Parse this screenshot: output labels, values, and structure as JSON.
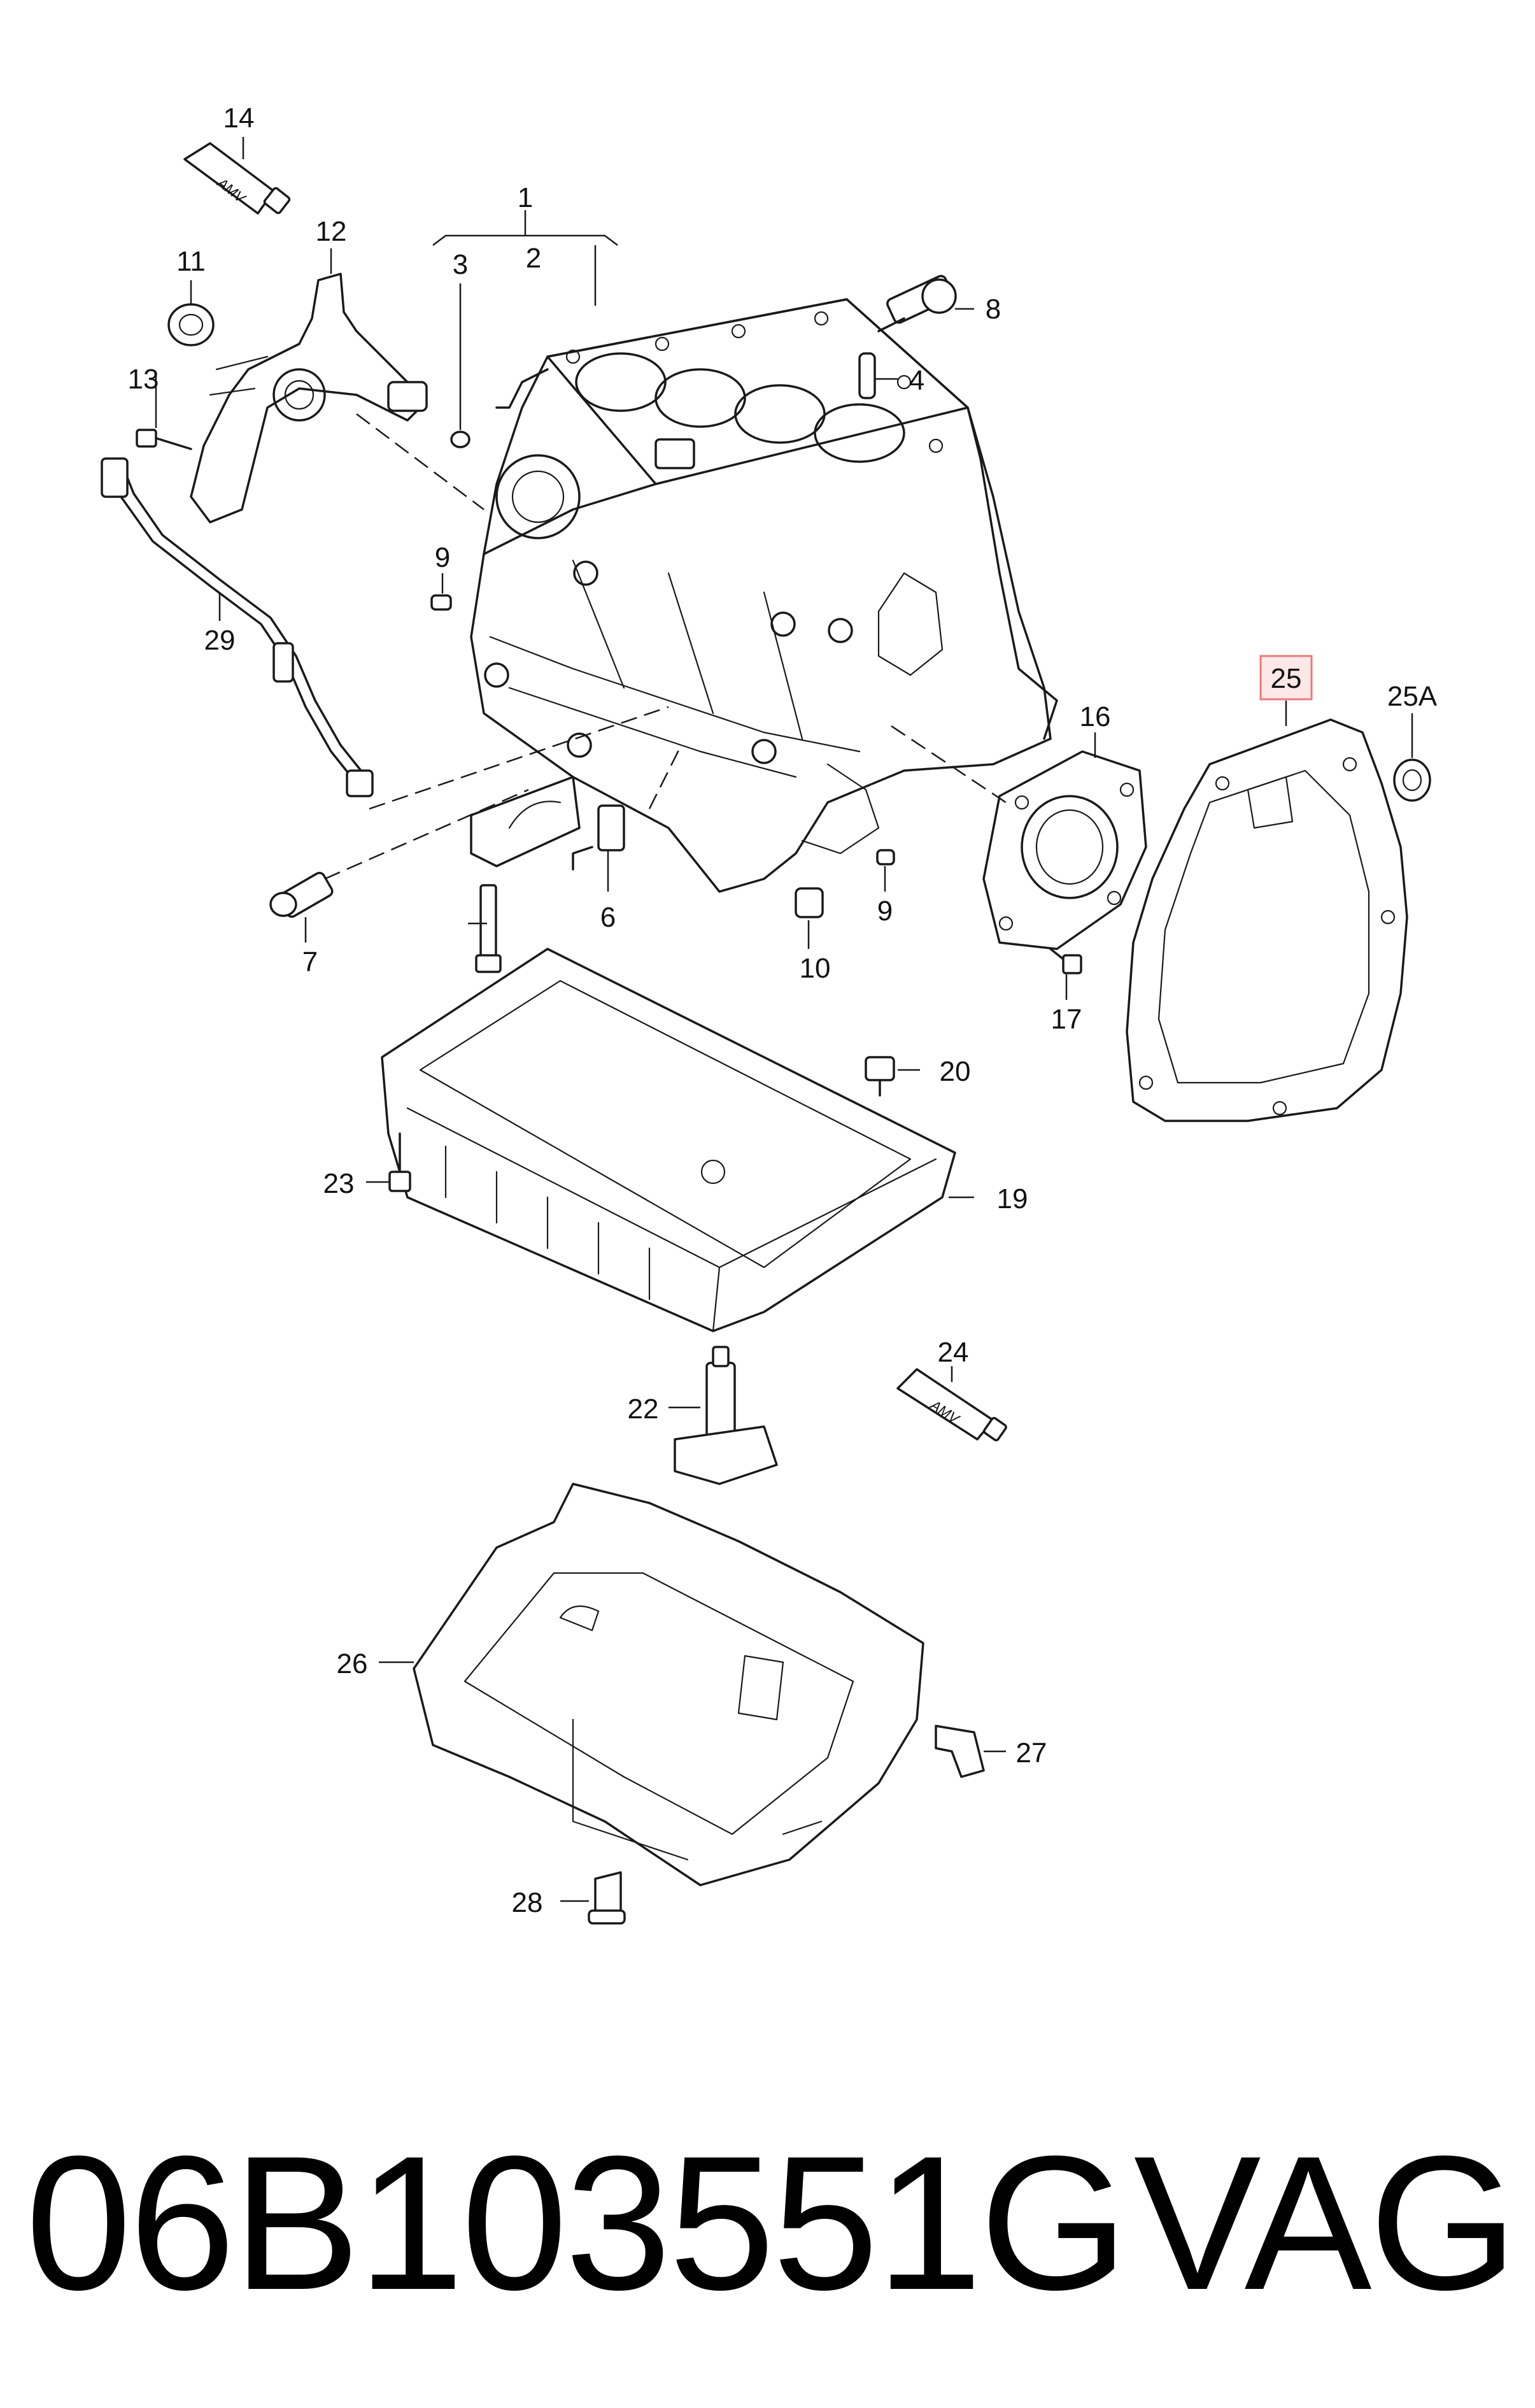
{
  "diagram": {
    "callouts": [
      "1",
      "2",
      "3",
      "4",
      "6",
      "7",
      "8",
      "9",
      "10",
      "11",
      "12",
      "13",
      "14",
      "16",
      "17",
      "19",
      "20",
      "22",
      "23",
      "24",
      "25",
      "25A",
      "26",
      "27",
      "28",
      "29"
    ],
    "highlighted_callout": "25",
    "highlight_color": "#e87b7b",
    "highlight_fill": "#fde7e7",
    "tube_label": "AMV"
  },
  "footer": {
    "part_number": "06B103551G",
    "brand": "VAG"
  }
}
